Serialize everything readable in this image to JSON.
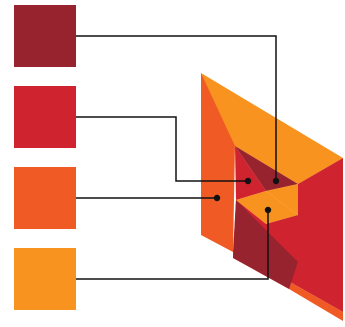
{
  "legend": {
    "swatches": [
      {
        "name": "dark-red",
        "color": "#97232E"
      },
      {
        "name": "red",
        "color": "#CF232F"
      },
      {
        "name": "orange-red",
        "color": "#F05A24"
      },
      {
        "name": "orange",
        "color": "#F7931E"
      }
    ]
  },
  "shape": {
    "colors": {
      "top": "#F7931E",
      "left": "#F05A24",
      "right": "#CF232F",
      "inner_dark": "#97232E",
      "inner_red": "#CF232F",
      "inner_orange": "#F7931E",
      "connector": "#111111",
      "dot": "#111111"
    }
  }
}
